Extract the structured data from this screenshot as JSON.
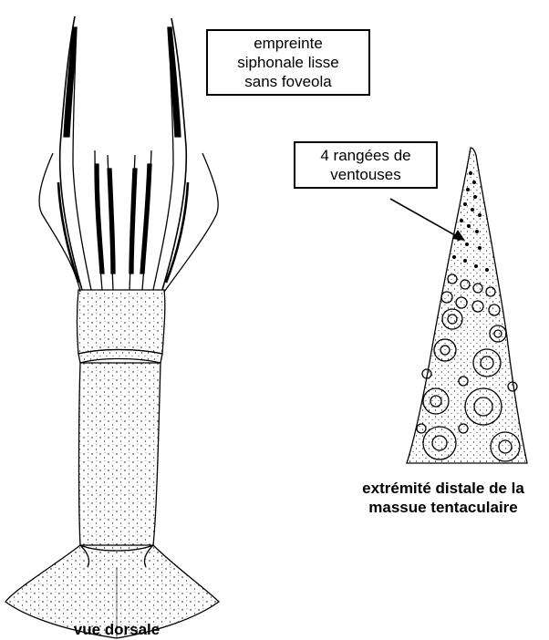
{
  "labels": {
    "siphon_box": [
      "empreinte",
      "siphonale lisse",
      "sans foveola"
    ],
    "suckers_box": [
      "4 rangées de",
      "ventouses"
    ]
  },
  "captions": {
    "dorsal_view": "vue dorsale",
    "club_tip": [
      "extrémité distale de la",
      "massue tentaculaire"
    ]
  },
  "colors": {
    "ink": "#000000",
    "paper": "#ffffff"
  }
}
